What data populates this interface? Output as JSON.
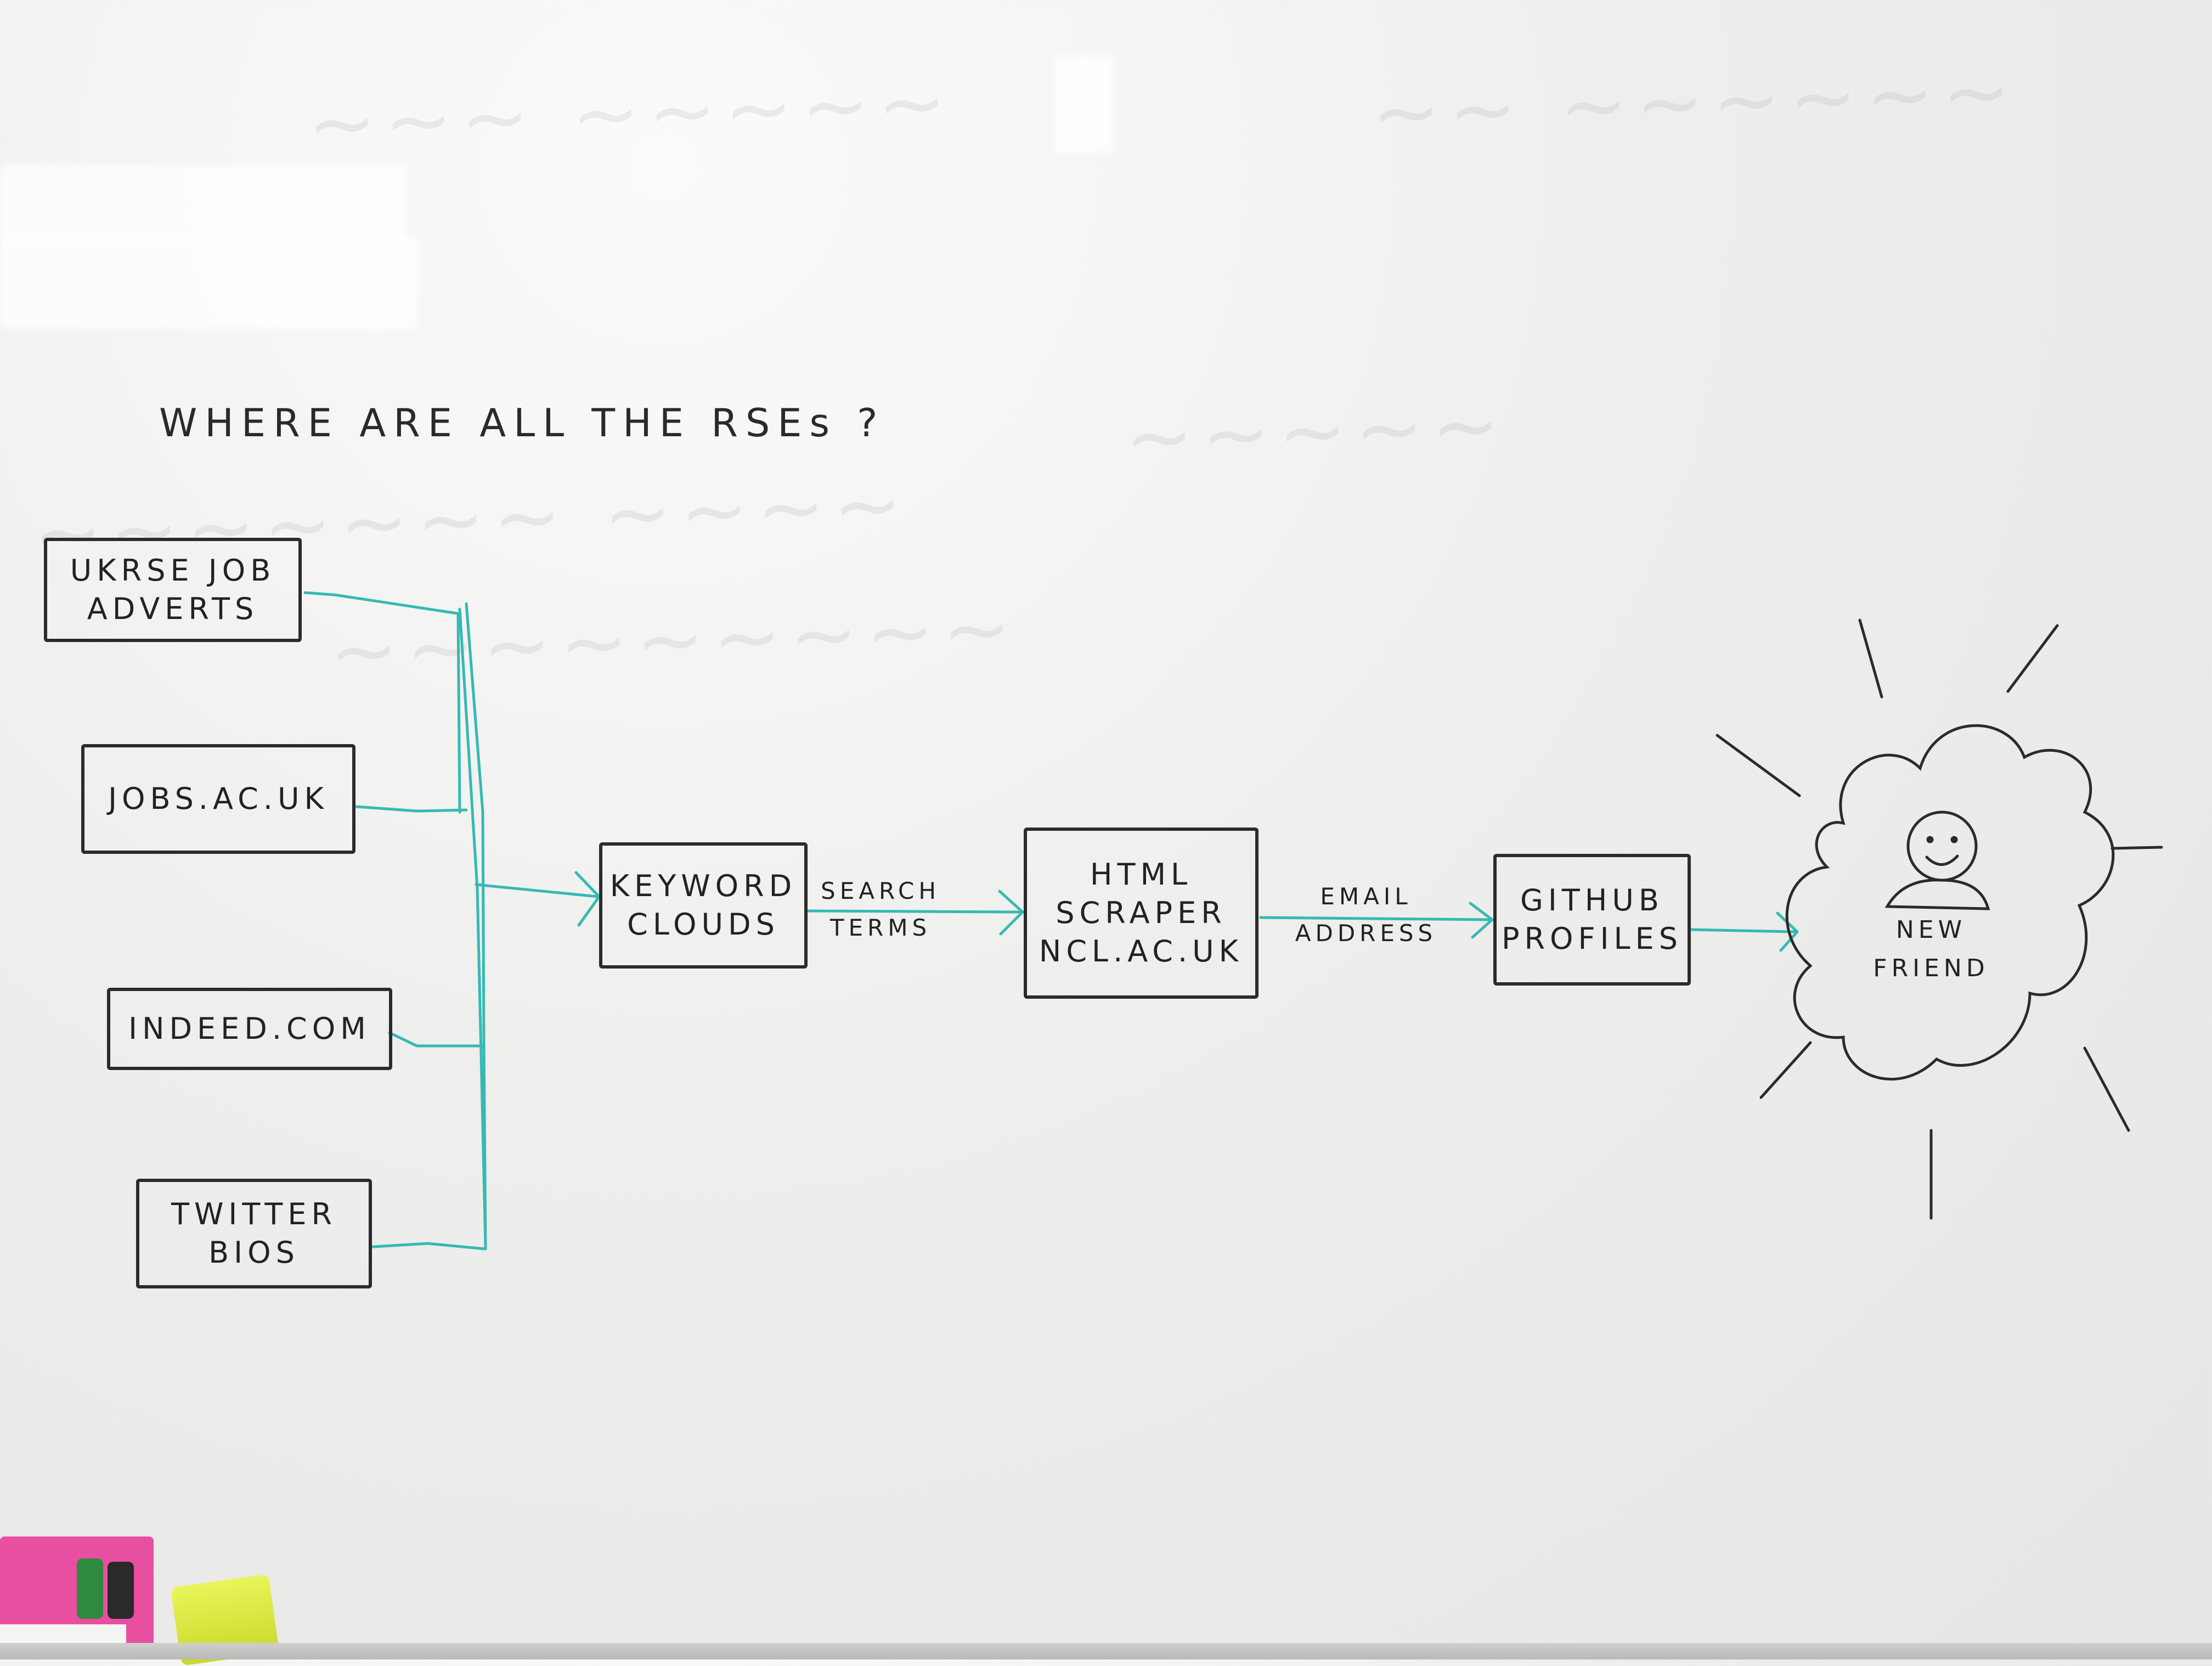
{
  "colors": {
    "ink": "#2b2b2b",
    "connector": "#36b9b3",
    "board": "#ececea"
  },
  "title": "WHERE ARE ALL THE RSEs ?",
  "sources": [
    {
      "lines": [
        "UKRSE JOB",
        "ADVERTS"
      ]
    },
    {
      "lines": [
        "JOBS.AC.UK"
      ]
    },
    {
      "lines": [
        "INDEED.COM"
      ]
    },
    {
      "lines": [
        "TWITTER",
        "BIOS"
      ]
    }
  ],
  "keyword_clouds": {
    "lines": [
      "KEYWORD",
      "CLOUDS"
    ]
  },
  "edge_search_terms": {
    "lines": [
      "SEARCH",
      "TERMS"
    ]
  },
  "html_scraper": {
    "lines": [
      "HTML",
      "SCRAPER",
      "NCL.AC.UK"
    ]
  },
  "edge_email_address": {
    "lines": [
      "EMAIL",
      "ADDRESS"
    ]
  },
  "github_profiles": {
    "lines": [
      "GITHUB",
      "PROFILES"
    ]
  },
  "new_friend": {
    "lines": [
      "NEW",
      "FRIEND"
    ]
  }
}
